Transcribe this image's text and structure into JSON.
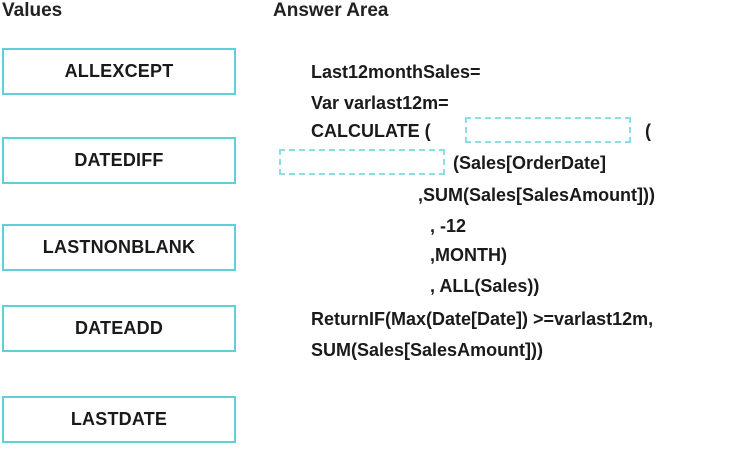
{
  "headings": {
    "values": "Values",
    "answer_area": "Answer Area"
  },
  "values": [
    "ALLEXCEPT",
    "DATEDIFF",
    "LASTNONBLANK",
    "DATEADD",
    "LASTDATE"
  ],
  "code": {
    "line1": "Last12monthSales=",
    "line2": "Var varlast12m=",
    "line3_calc": "CALCULATE (",
    "line3_paren": "(",
    "line4": "(Sales[OrderDate]",
    "line5": ",SUM(Sales[SalesAmount]))",
    "line6": ", -12",
    "line7": ",MONTH)",
    "line8": ", ALL(Sales))",
    "line9": "ReturnIF(Max(Date[Date]) >=varlast12m,",
    "line10": "SUM(Sales[SalesAmount]))"
  },
  "colors": {
    "tile_border": "#5fcfd8",
    "slot_border": "#8fdce3",
    "text": "#1a1a1a"
  }
}
